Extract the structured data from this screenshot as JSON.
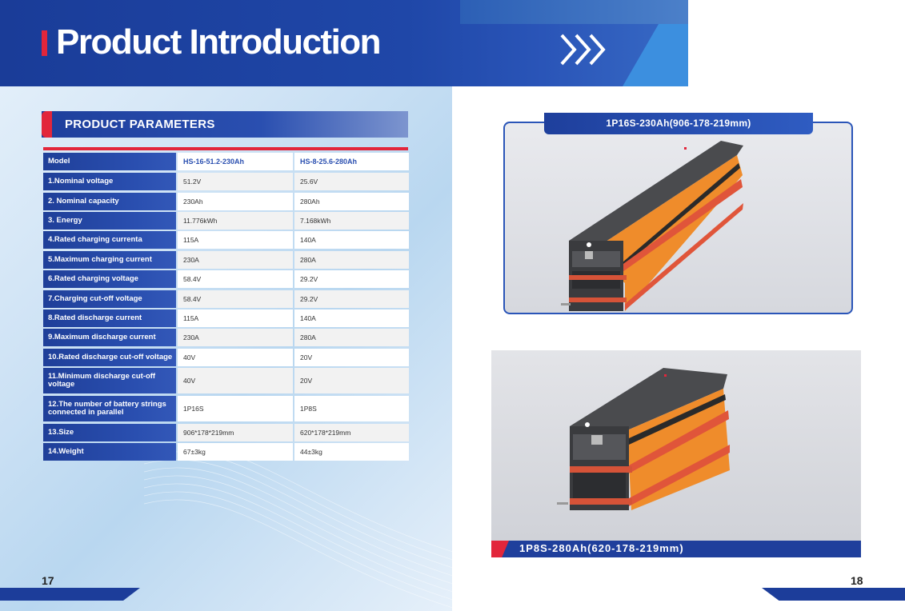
{
  "header": {
    "title": "Product Introduction"
  },
  "section": {
    "title": "PRODUCT PARAMETERS"
  },
  "table": {
    "header": [
      "Model",
      "HS-16-51.2-230Ah",
      "HS-8-25.6-280Ah"
    ],
    "rows": [
      [
        "1.Nominal voltage",
        "51.2V",
        "25.6V"
      ],
      [
        "2. Nominal capacity",
        "230Ah",
        "280Ah"
      ],
      [
        "3. Energy",
        "11.776kWh",
        "7.168kWh"
      ],
      [
        "4.Rated charging currenta",
        "115A",
        "140A"
      ],
      [
        "5.Maximum charging current",
        "230A",
        "280A"
      ],
      [
        "6.Rated charging voltage",
        "58.4V",
        "29.2V"
      ],
      [
        "7.Charging cut-off voltage",
        "58.4V",
        "29.2V"
      ],
      [
        "8.Rated discharge current",
        "115A",
        "140A"
      ],
      [
        "9.Maximum discharge current",
        "230A",
        "280A"
      ],
      [
        "10.Rated discharge cut-off voltage",
        "40V",
        "20V"
      ],
      [
        "11.Minimum discharge cut-off voltage",
        "40V",
        "20V"
      ],
      [
        "12.The number of battery strings connected in parallel",
        "1P16S",
        "1P8S"
      ],
      [
        "13.Size",
        "906*178*219mm",
        "620*178*219mm"
      ],
      [
        "14.Weight",
        "67±3kg",
        "44±3kg"
      ]
    ]
  },
  "products": {
    "p1_label": "1P16S-230Ah(906-178-219mm)",
    "p2_label": "1P8S-280Ah(620-178-219mm)"
  },
  "pages": {
    "left": "17",
    "right": "18"
  },
  "colors": {
    "brand_blue": "#1f3f99",
    "accent_red": "#e2263b",
    "battery_orange": "#f0902a"
  }
}
